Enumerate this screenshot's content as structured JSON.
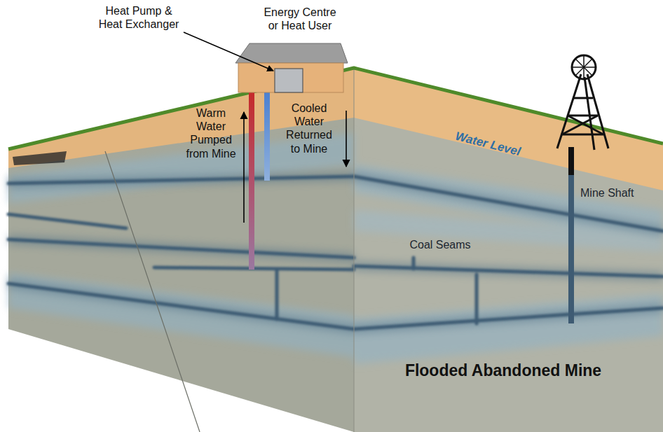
{
  "diagram": {
    "labels": [
      "Heat Pump & Heat Exchanger",
      "Energy Centre or Heat User",
      "Warm Water Pumped from Mine",
      "Cooled Water Returned to Mine",
      "Water Level",
      "Mine Shaft",
      "Coal Seams",
      "Flooded Abandoned Mine"
    ]
  }
}
